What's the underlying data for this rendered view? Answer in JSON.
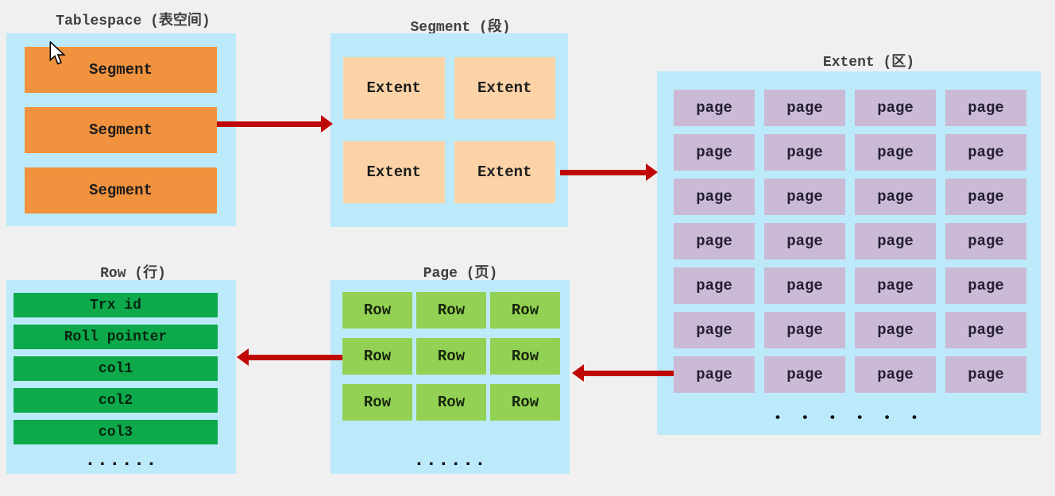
{
  "colors": {
    "background": "#f0f0f0",
    "panel_blue": "#bdeafa",
    "segment_orange": "#f0923e",
    "extent_peach": "#fbd3a7",
    "page_purple": "#cabad5",
    "row_green": "#92d153",
    "field_dark_green": "#0da94b",
    "arrow_red": "#c00707",
    "title_text": "#3f3f3f"
  },
  "tablespace_panel": {
    "title": "Tablespace (表空间)",
    "segments": [
      "Segment",
      "Segment",
      "Segment"
    ]
  },
  "segment_panel": {
    "title": "Segment (段)",
    "extents": [
      "Extent",
      "Extent",
      "Extent",
      "Extent"
    ]
  },
  "extent_panel": {
    "title": "Extent (区)",
    "pages": [
      "page",
      "page",
      "page",
      "page",
      "page",
      "page",
      "page",
      "page",
      "page",
      "page",
      "page",
      "page",
      "page",
      "page",
      "page",
      "page",
      "page",
      "page",
      "page",
      "page",
      "page",
      "page",
      "page",
      "page",
      "page",
      "page",
      "page",
      "page"
    ],
    "ellipsis": "• • • • • •"
  },
  "page_panel": {
    "title": "Page (页)",
    "rows": [
      "Row",
      "Row",
      "Row",
      "Row",
      "Row",
      "Row",
      "Row",
      "Row",
      "Row"
    ],
    "ellipsis": "......"
  },
  "row_panel": {
    "title": "Row (行)",
    "fields": [
      "Trx id",
      "Roll pointer",
      "col1",
      "col2",
      "col3"
    ],
    "ellipsis": "......"
  },
  "cursor": {
    "icon": "arrow-pointer"
  }
}
